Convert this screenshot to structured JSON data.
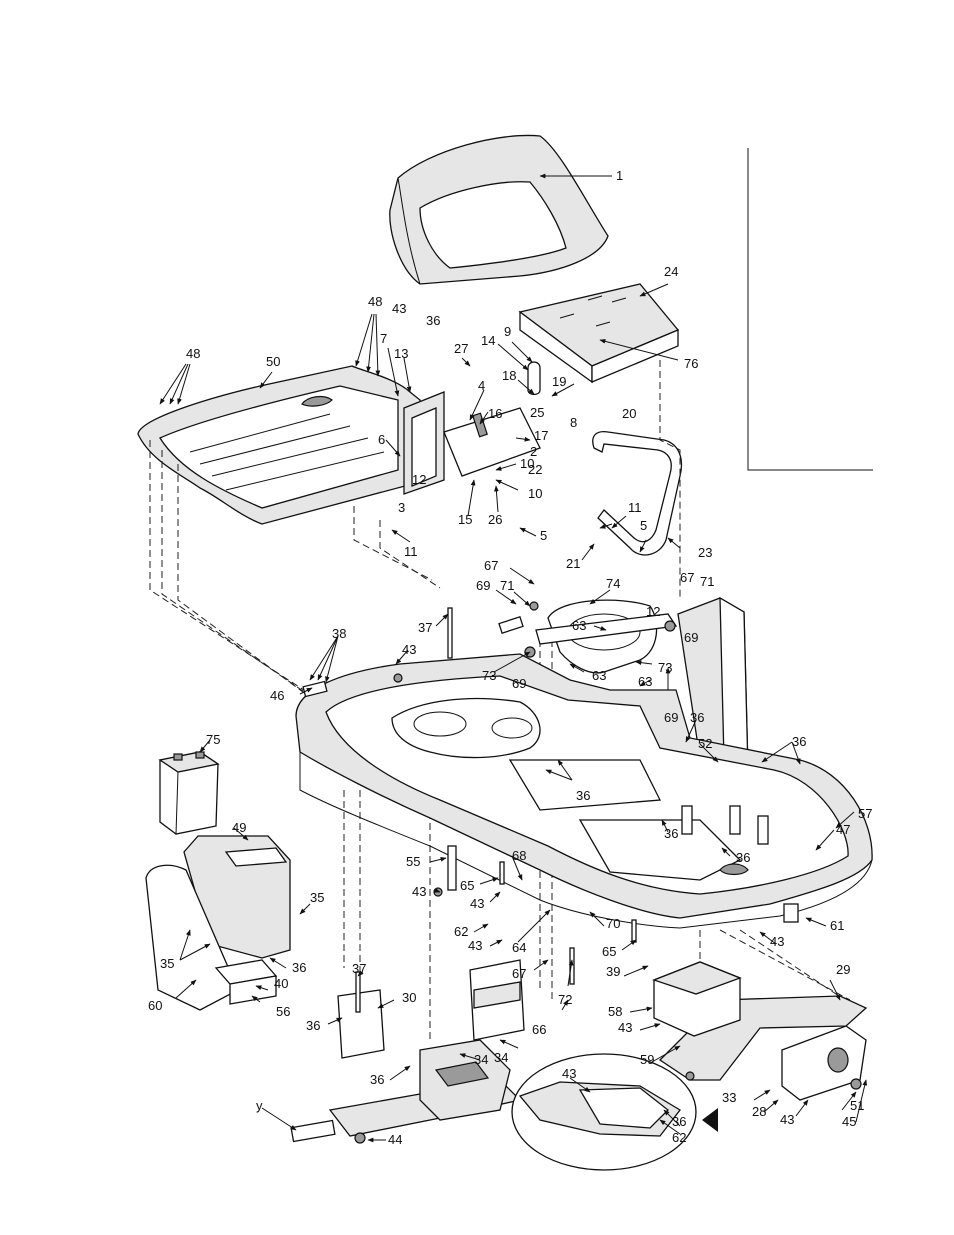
{
  "diagram": {
    "labels": [
      "1",
      "24",
      "76",
      "48",
      "43",
      "36",
      "9",
      "14",
      "7",
      "13",
      "27",
      "18",
      "19",
      "25",
      "8",
      "20",
      "50",
      "48",
      "4",
      "16",
      "17",
      "6",
      "2",
      "10",
      "12",
      "22",
      "3",
      "15",
      "26",
      "10",
      "5",
      "11",
      "11",
      "5",
      "21",
      "23",
      "67",
      "71",
      "69",
      "74",
      "63",
      "37",
      "12",
      "67",
      "71",
      "69",
      "38",
      "43",
      "73",
      "69",
      "63",
      "63",
      "73",
      "46",
      "69",
      "36",
      "52",
      "36",
      "75",
      "36",
      "47",
      "57",
      "49",
      "55",
      "68",
      "36",
      "36",
      "65",
      "43",
      "43",
      "62",
      "70",
      "61",
      "35",
      "43",
      "64",
      "43",
      "65",
      "35",
      "36",
      "67",
      "72",
      "39",
      "29",
      "60",
      "40",
      "56",
      "37",
      "30",
      "66",
      "58",
      "43",
      "36",
      "34",
      "59",
      "36",
      "34",
      "43",
      "33",
      "28",
      "51",
      "43",
      "45",
      "36",
      "62",
      "44",
      "y"
    ]
  }
}
